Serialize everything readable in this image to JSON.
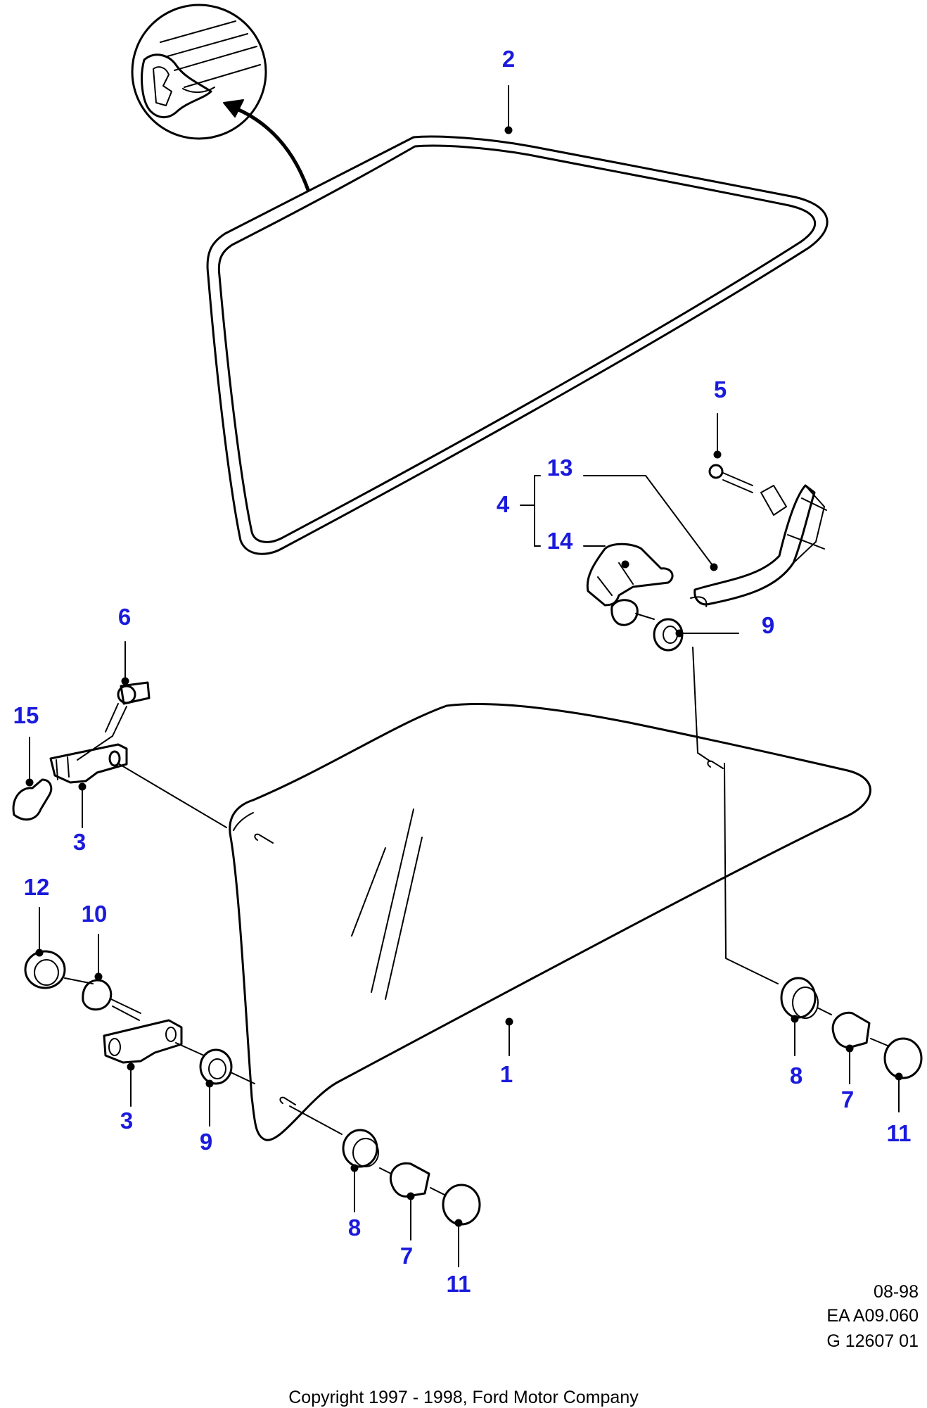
{
  "callouts": [
    "1",
    "2",
    "3",
    "3",
    "4",
    "5",
    "6",
    "7",
    "7",
    "8",
    "8",
    "9",
    "9",
    "10",
    "11",
    "11",
    "12",
    "13",
    "14",
    "15"
  ],
  "reference": {
    "date": "08-98",
    "code": "EA A09.060",
    "id": "G 12607 01"
  },
  "copyright": "Copyright 1997 - 1998, Ford Motor Company"
}
